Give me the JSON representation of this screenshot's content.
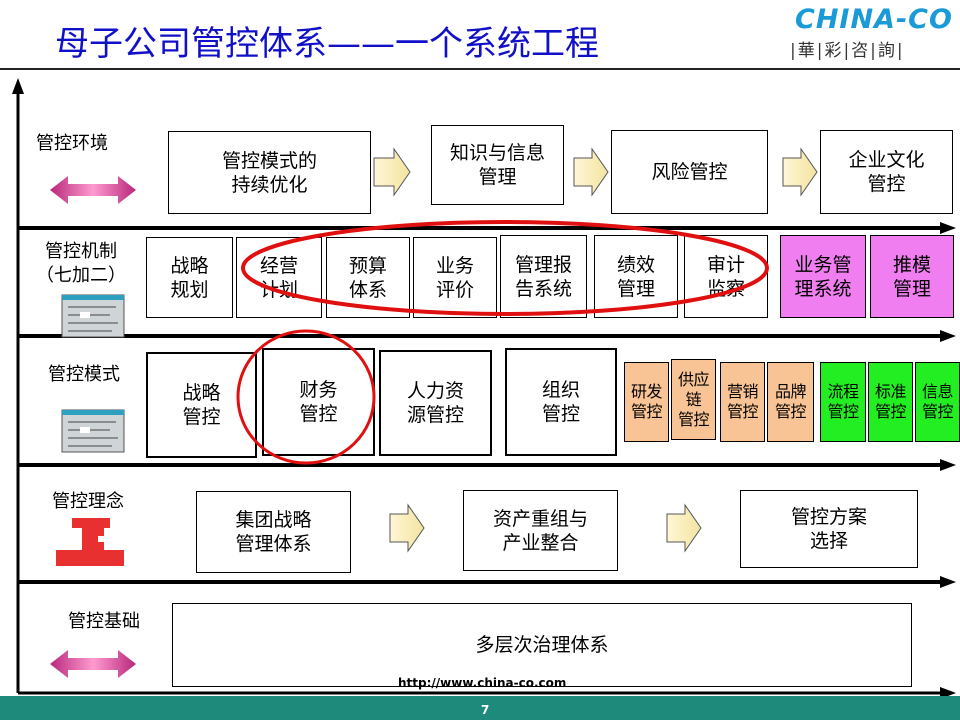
{
  "title": "母子公司管控体系——一个系统工程",
  "logo": {
    "name": "CHINA-CO",
    "sub": "|華|彩|咨|詢|"
  },
  "layers": {
    "environment": {
      "label": "管控环境",
      "boxes": [
        "管控模式的\n持续优化",
        "知识与信息\n管理",
        "风险管控",
        "企业文化\n管控"
      ]
    },
    "mechanism": {
      "label": "管控机制\n（七加二）",
      "boxes": [
        "战略\n规划",
        "经营\n计划",
        "预算\n体系",
        "业务\n评价",
        "管理报\n告系统",
        "绩效\n管理",
        "审计\n监察"
      ],
      "extra": [
        "业务管\n理系统",
        "推模\n管理"
      ]
    },
    "mode": {
      "label": "管控模式",
      "boxes": [
        "战略\n管控",
        "财务\n管控",
        "人力资\n源管控",
        "组织\n管控"
      ],
      "peach": [
        "研发\n管控",
        "供应链\n管控",
        "营销\n管控",
        "品牌\n管控"
      ],
      "green": [
        "流程\n管控",
        "标准\n管控",
        "信息\n管控"
      ]
    },
    "concept": {
      "label": "管控理念",
      "boxes": [
        "集团战略\n管理体系",
        "资产重组与\n产业整合",
        "管控方案\n选择"
      ]
    },
    "foundation": {
      "label": "管控基础",
      "boxes": [
        "多层次治理体系"
      ]
    }
  },
  "colors": {
    "title": "#1010c8",
    "logo": "#1a9ad6",
    "arrow_magenta": "#d0338e",
    "peach": "#f9c495",
    "pink": "#f07ef0",
    "green": "#22ee22",
    "ellipse": "#e01010",
    "footer": "#1e8a7c"
  },
  "footer": {
    "url": "http://www.china-co.com",
    "page": "7"
  }
}
